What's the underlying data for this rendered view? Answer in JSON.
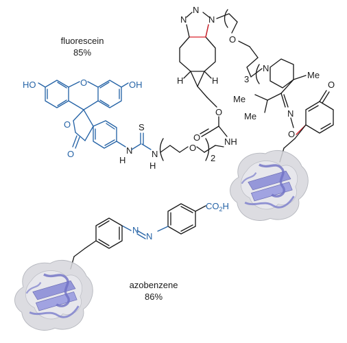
{
  "captions": {
    "fluorescein_name": "fluorescein",
    "fluorescein_yield": "85%",
    "azobenzene_name": "azobenzene",
    "azobenzene_yield": "86%"
  },
  "atoms": {
    "ho_left": "HO",
    "ring_o": "O",
    "oh_right": "OH",
    "lactone_o": "O",
    "carbonyl_o": "O",
    "thio_s": "S",
    "n": "N",
    "h": "H",
    "peg_o": "O",
    "nh": "NH",
    "carbamate_o": "O",
    "stereo_h": "H",
    "me": "Me",
    "oxime_n": "N",
    "oxime_o": "O",
    "dienone_o": "O",
    "co2h_co": "CO",
    "co2h_sub": "2",
    "co2h_h": "H"
  },
  "repeat_counts": {
    "peg": "2",
    "linker": "3"
  },
  "colors": {
    "bond": "#1a1a1a",
    "fluorophore": "#2563a6",
    "click_bond": "#d9202a",
    "protein_surface": "#c9cbd2",
    "protein_ribbon": "#8d8fd8"
  }
}
